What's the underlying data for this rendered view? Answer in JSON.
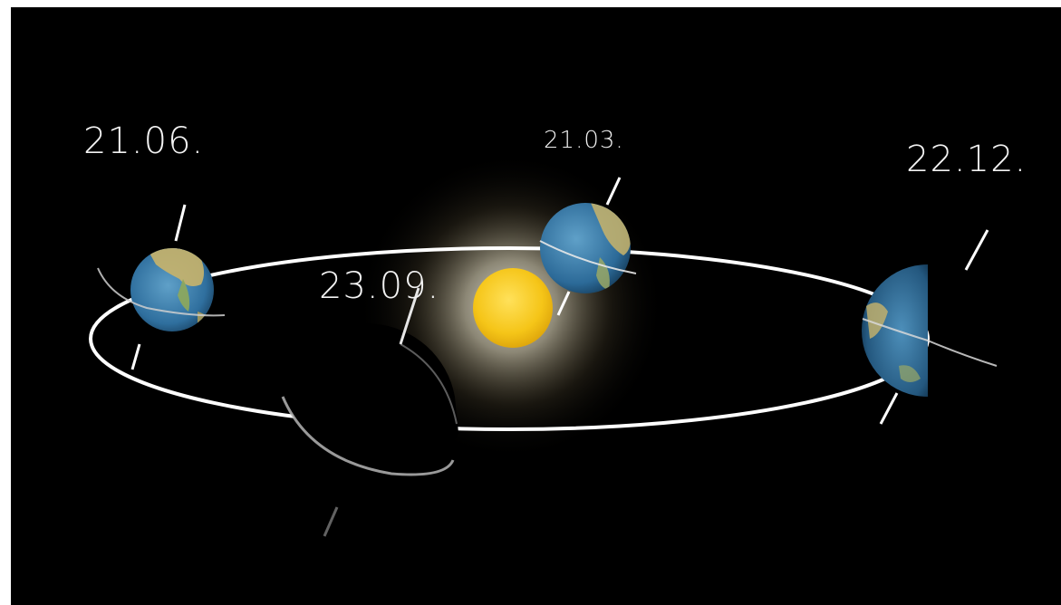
{
  "diagram": {
    "dates": {
      "june_solstice": "21.06.",
      "march_equinox": "21.03.",
      "december_solstice": "22.12.",
      "september_equinox": "23.09."
    },
    "colors": {
      "space": "#000000",
      "orbit": "#ffffff",
      "sun": "#f5c518",
      "ocean": "#2f6f9e",
      "land": "#c9b46a",
      "label": "#f2f2f2"
    }
  }
}
